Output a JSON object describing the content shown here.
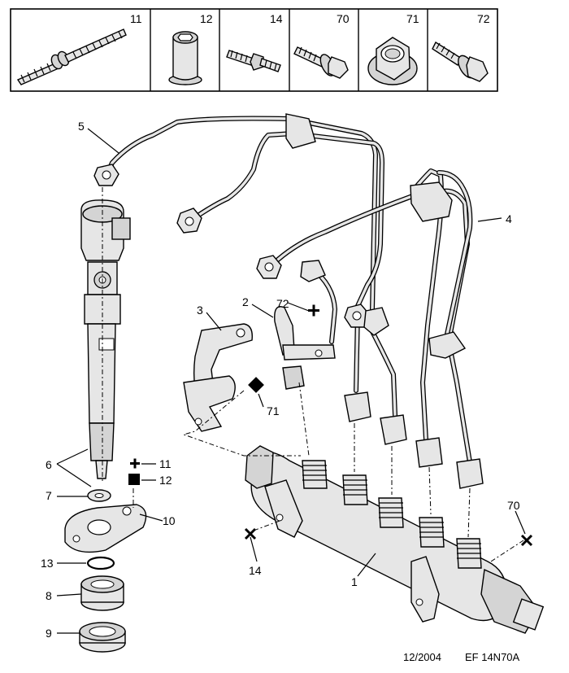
{
  "parts_table": [
    {
      "ref": "11",
      "icon": "long-stud-icon"
    },
    {
      "ref": "12",
      "icon": "threaded-insert-icon"
    },
    {
      "ref": "14",
      "icon": "stud-icon"
    },
    {
      "ref": "70",
      "icon": "flange-bolt-icon"
    },
    {
      "ref": "71",
      "icon": "flange-nut-icon"
    },
    {
      "ref": "72",
      "icon": "bolt-with-washer-icon"
    }
  ],
  "callouts": {
    "c1": "1",
    "c2": "2",
    "c3": "3",
    "c4": "4",
    "c5": "5",
    "c6": "6",
    "c7": "7",
    "c8": "8",
    "c9": "9",
    "c10": "10",
    "c11": "11",
    "c12": "12",
    "c13": "13",
    "c14": "14",
    "c70": "70",
    "c71": "71",
    "c72": "72"
  },
  "footer": {
    "date": "12/2004",
    "ref": "EF 14N70A"
  }
}
